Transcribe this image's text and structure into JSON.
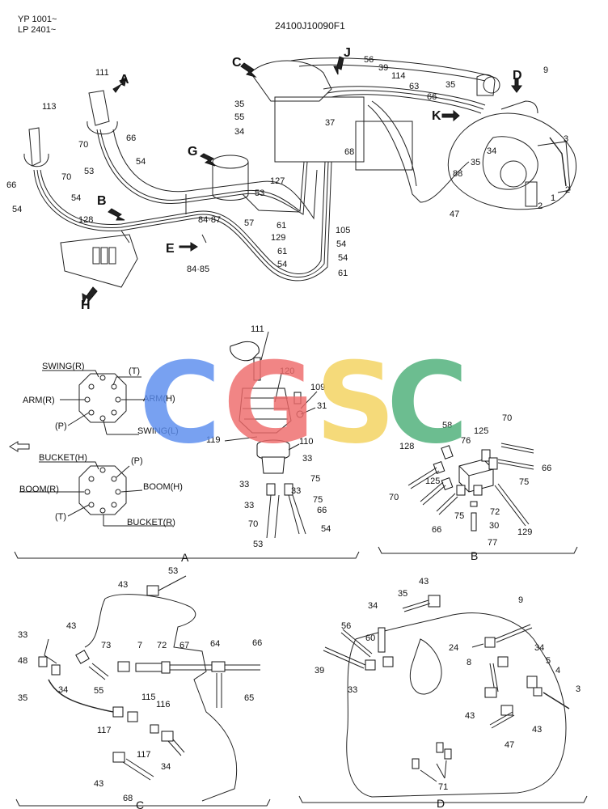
{
  "header": {
    "serials": [
      "YP 1001~",
      "LP 2401~"
    ],
    "part_number": "24100J10090F1"
  },
  "watermark": {
    "letters": [
      "C",
      "G",
      "S",
      "C"
    ],
    "colors": [
      "#5b8def",
      "#ef6b6b",
      "#f4d35e",
      "#4caf78"
    ]
  },
  "main_view": {
    "view_letters": [
      "A",
      "B",
      "C",
      "D",
      "E",
      "G",
      "H",
      "J",
      "K"
    ],
    "callouts": [
      "111",
      "113",
      "66",
      "70",
      "54",
      "53",
      "66",
      "54",
      "70",
      "54",
      "128",
      "84·87",
      "84·85",
      "57",
      "53",
      "127",
      "61",
      "129",
      "61",
      "54",
      "105",
      "54",
      "54",
      "61",
      "35",
      "55",
      "34",
      "37",
      "68",
      "56",
      "39",
      "114",
      "63",
      "66",
      "35",
      "88",
      "35",
      "34",
      "47",
      "9",
      "3",
      "2",
      "1",
      "2"
    ]
  },
  "view_a": {
    "label": "A",
    "upper_ports": {
      "swing_r": "SWING(R)",
      "t": "(T)",
      "arm_r": "ARM(R)",
      "arm_h": "ARM(H)",
      "p": "(P)",
      "swing_l": "SWING(L)"
    },
    "lower_ports": {
      "bucket_h": "BUCKET(H)",
      "p": "(P)",
      "boom_r": "BOOM(R)",
      "boom_h": "BOOM(H)",
      "t": "(T)",
      "bucket_r": "BUCKET(R)"
    },
    "callouts": [
      "111",
      "120",
      "109",
      "31",
      "119",
      "110",
      "33",
      "75",
      "33",
      "33",
      "75",
      "33",
      "70",
      "66",
      "53",
      "54"
    ]
  },
  "view_b": {
    "label": "B",
    "callouts": [
      "58",
      "70",
      "125",
      "76",
      "128",
      "66",
      "125",
      "75",
      "70",
      "75",
      "72",
      "66",
      "30",
      "129",
      "77"
    ]
  },
  "view_c": {
    "label": "C",
    "callouts": [
      "53",
      "43",
      "33",
      "43",
      "48",
      "73",
      "7",
      "72",
      "67",
      "64",
      "66",
      "34",
      "55",
      "35",
      "115",
      "116",
      "65",
      "117",
      "117",
      "34",
      "43",
      "68"
    ]
  },
  "view_d": {
    "label": "D",
    "callouts": [
      "43",
      "34",
      "35",
      "56",
      "60",
      "9",
      "24",
      "39",
      "33",
      "8",
      "34",
      "5",
      "4",
      "3",
      "43",
      "43",
      "47",
      "71"
    ]
  }
}
